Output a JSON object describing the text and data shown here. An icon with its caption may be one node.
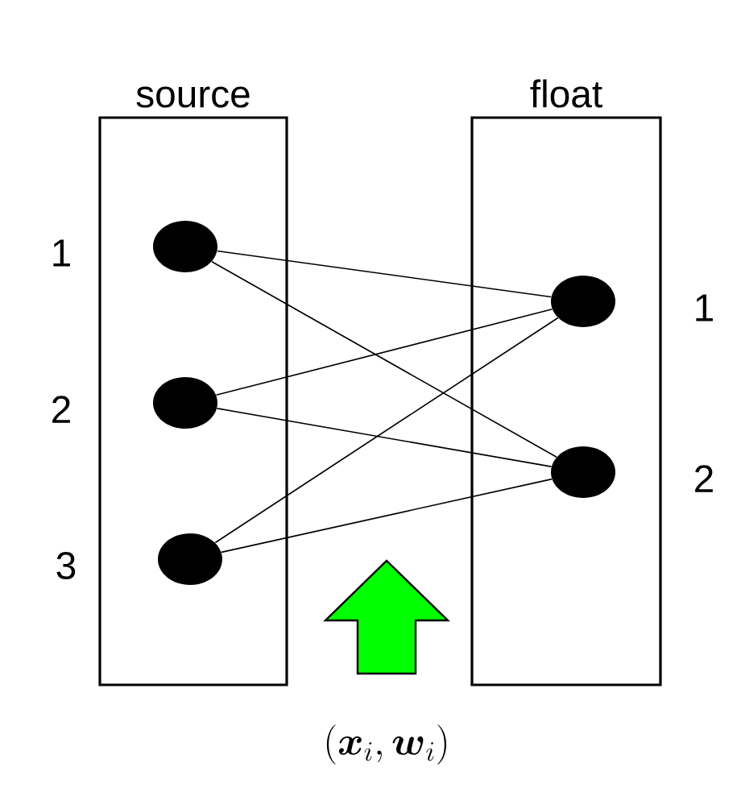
{
  "diagram": {
    "nodes": [
      {
        "text": [
          "source"
        ]
      },
      {
        "text": [
          "float"
        ]
      },
      {
        "text": [],
        "shape": "circle",
        "in": 0,
        "beside": [
          "1"
        ]
      },
      {
        "text": [],
        "shape": "circle",
        "in": 0,
        "beside": [
          "2"
        ]
      },
      {
        "text": [],
        "shape": "circle",
        "in": 0,
        "beside": [
          "3"
        ]
      },
      {
        "text": [],
        "shape": "circle",
        "in": 1,
        "beside": [
          "1"
        ]
      },
      {
        "text": [],
        "shape": "circle",
        "in": 1,
        "beside": [
          "2"
        ]
      }
    ],
    "edges": [
      {
        "from": 2,
        "to": 5,
        "arrow": "none"
      },
      {
        "from": 2,
        "to": 6,
        "arrow": "none"
      },
      {
        "from": 3,
        "to": 5,
        "arrow": "none"
      },
      {
        "from": 3,
        "to": 6,
        "arrow": "none"
      },
      {
        "from": 4,
        "to": 5,
        "arrow": "none"
      },
      {
        "from": 4,
        "to": 6,
        "arrow": "none"
      }
    ],
    "labels": [
      "(\\boldsymbol{x}_i,\\boldsymbol{w}_i)"
    ]
  }
}
